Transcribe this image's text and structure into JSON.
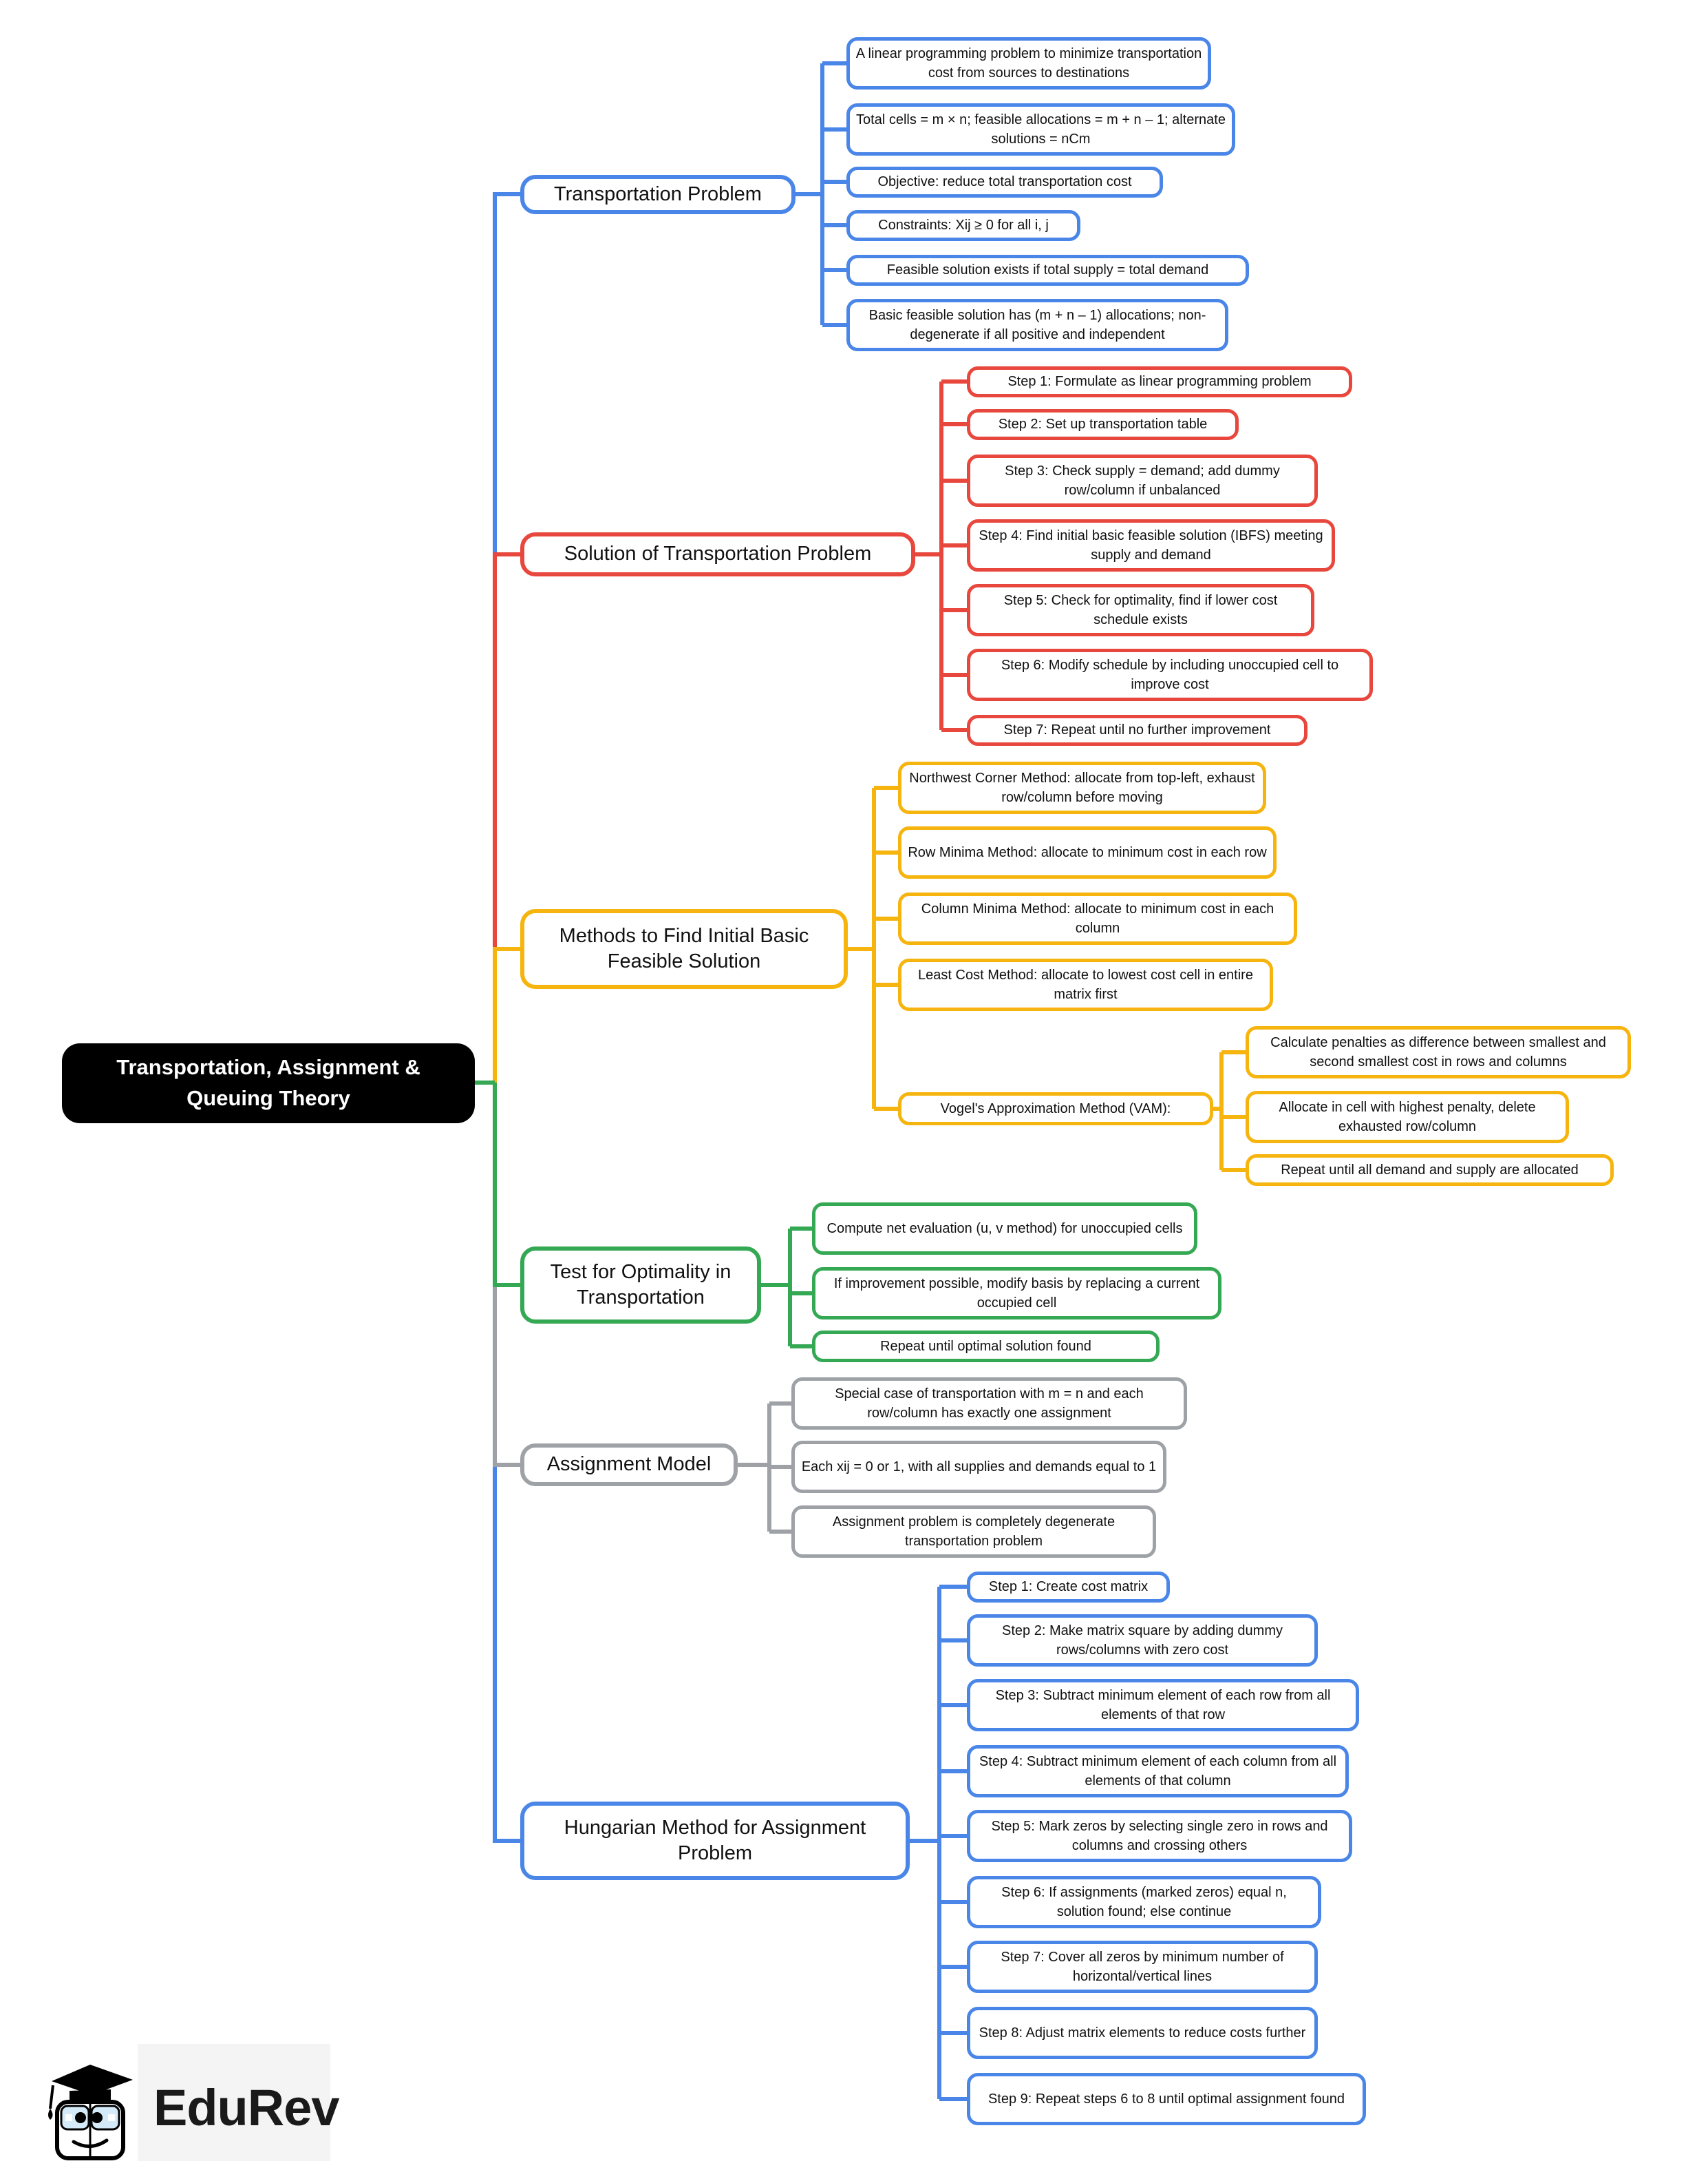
{
  "title": "Transportation, Assignment & Queuing Theory",
  "colors": {
    "blue": "#4a86e8",
    "red": "#e8473d",
    "yellow": "#f6b40e",
    "green": "#34a853",
    "gray": "#9ea2a6",
    "root_bg": "#000000"
  },
  "branches": [
    {
      "label": "Transportation Problem",
      "color": "#4a86e8",
      "children": [
        "A linear programming problem to minimize transportation cost from sources to destinations",
        "Total cells = m × n; feasible allocations = m + n – 1; alternate solutions = nCm",
        "Objective: reduce total transportation cost",
        "Constraints: Xij ≥ 0 for all i, j",
        "Feasible solution exists if total supply = total demand",
        "Basic feasible solution has (m + n – 1) allocations; non-degenerate if all positive and independent"
      ]
    },
    {
      "label": "Solution of Transportation Problem",
      "color": "#e8473d",
      "children": [
        "Step 1: Formulate as linear programming problem",
        "Step 2: Set up transportation table",
        "Step 3: Check supply = demand; add dummy row/column if unbalanced",
        "Step 4: Find initial basic feasible solution (IBFS) meeting supply and demand",
        "Step 5: Check for optimality, find if lower cost schedule exists",
        "Step 6: Modify schedule by including unoccupied cell to improve cost",
        "Step 7: Repeat until no further improvement"
      ]
    },
    {
      "label": "Methods to Find Initial Basic Feasible Solution",
      "color": "#f6b40e",
      "children": [
        "Northwest Corner Method: allocate from top-left, exhaust row/column before moving",
        "Row Minima Method: allocate to minimum cost in each row",
        "Column Minima Method: allocate to minimum cost in each column",
        "Least Cost Method: allocate to lowest cost cell in entire matrix first",
        {
          "label": "Vogel's Approximation Method (VAM):",
          "children": [
            "Calculate penalties as difference between smallest and second smallest cost in rows and columns",
            "Allocate in cell with highest penalty, delete exhausted row/column",
            "Repeat until all demand and supply are allocated"
          ]
        }
      ]
    },
    {
      "label": "Test for Optimality in Transportation",
      "color": "#34a853",
      "children": [
        "Compute net evaluation (u, v method) for unoccupied cells",
        "If improvement possible, modify basis by replacing a current occupied cell",
        "Repeat until optimal solution found"
      ]
    },
    {
      "label": "Assignment Model",
      "color": "#9ea2a6",
      "children": [
        "Special case of transportation with m = n and each row/column has exactly one assignment",
        "Each xij = 0 or 1, with all supplies and demands equal to 1",
        "Assignment problem is completely degenerate transportation problem"
      ]
    },
    {
      "label": "Hungarian Method for Assignment Problem",
      "color": "#4a86e8",
      "children": [
        "Step 1: Create cost matrix",
        "Step 2: Make matrix square by adding dummy rows/columns with zero cost",
        "Step 3: Subtract minimum element of each row from all elements of that row",
        "Step 4: Subtract minimum element of each column from all elements of that column",
        "Step 5: Mark zeros by selecting single zero in rows and columns and crossing others",
        "Step 6: If assignments (marked zeros) equal n, solution found; else continue",
        "Step 7: Cover all zeros by minimum number of horizontal/vertical lines",
        "Step 8: Adjust matrix elements to reduce costs further",
        "Step 9: Repeat steps 6 to 8 until optimal assignment found"
      ]
    }
  ],
  "logo": {
    "text": "EduRev"
  }
}
